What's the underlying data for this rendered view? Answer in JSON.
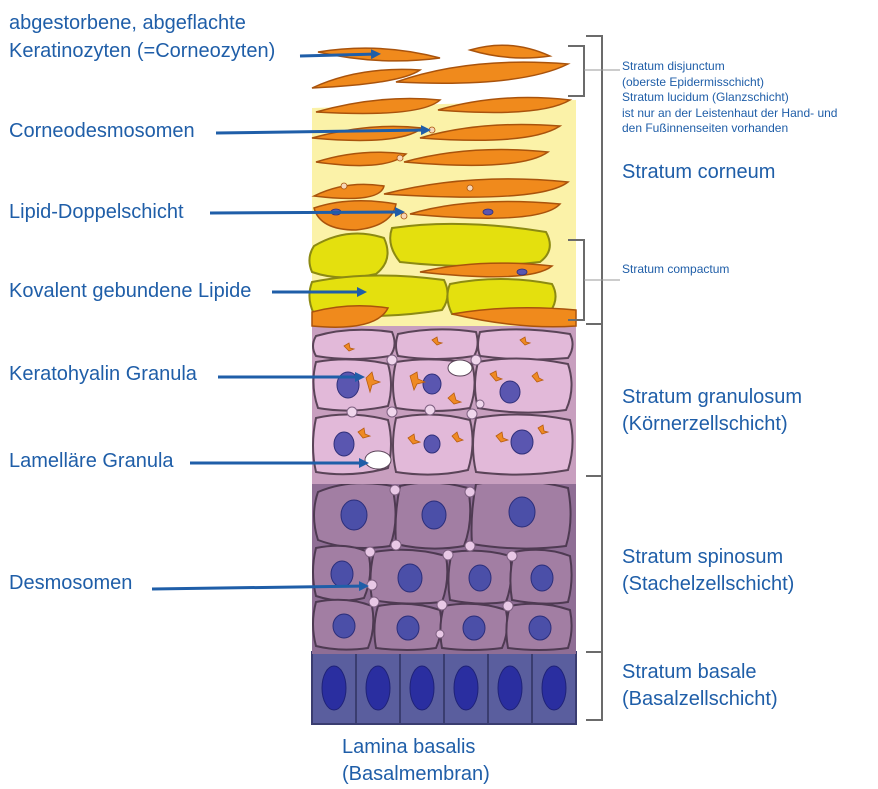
{
  "left_labels": {
    "keratinocytes": [
      "abgestorbene, abgeflachte",
      "Keratinozyten (=Corneozyten)"
    ],
    "corneodesmosomes": "Corneodesmosomen",
    "lipid_bilayer": "Lipid-Doppelschicht",
    "covalent_lipids": "Kovalent gebundene Lipide",
    "keratohyalin": "Keratohyalin Granula",
    "lamellar": "Lamelläre Granula",
    "desmosomes": "Desmosomen"
  },
  "right_labels": {
    "disjunctum": [
      "Stratum disjunctum",
      "(oberste Epidermisschicht)",
      "Stratum lucidum (Glanzschicht)",
      "ist nur an der Leistenhaut der Hand- und",
      "den Fußinnenseiten vorhanden"
    ],
    "corneum": "Stratum corneum",
    "compactum": "Stratum compactum",
    "granulosum": [
      "Stratum granulosum",
      "(Körnerzellschicht)"
    ],
    "spinosum": [
      "Stratum spinosum",
      "(Stachelzellschicht)"
    ],
    "basale": [
      "Stratum basale",
      "(Basalzellschicht)"
    ]
  },
  "bottom_label": [
    "Lamina basalis",
    "(Basalmembran)"
  ],
  "colors": {
    "label_text": "#1f5ea8",
    "arrow": "#1f5ea8",
    "bracket": "#6b6b6b",
    "corneocyte": "#f08a1c",
    "corneocyte_edge": "#a9530c",
    "lipid_cell": "#e4e00e",
    "lipid_edge": "#8c8a12",
    "lipid_matrix": "#fbf2a8",
    "granular_cell": "#e2b9d9",
    "spinous_cell": "#a27ea3",
    "basal_cell": "#5a5e9e",
    "nucleus": "#4b4fa8"
  }
}
